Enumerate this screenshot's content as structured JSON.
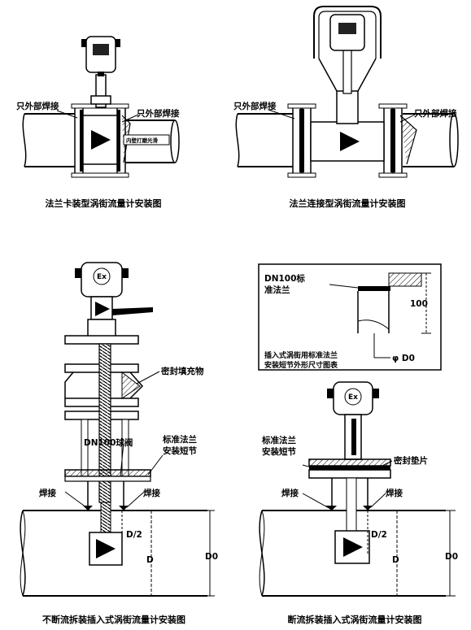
{
  "figures": {
    "tl": {
      "caption": "法兰卡装型涡街流量计安装图",
      "label_weld_left": "只外部焊接",
      "label_weld_right": "只外部焊接",
      "label_inner": "内壁打磨光滑"
    },
    "tr": {
      "caption": "法兰连接型涡街流量计安装图",
      "label_weld_left": "只外部焊接",
      "label_weld_right": "只外部焊接"
    },
    "bl": {
      "caption": "不断流拆装插入式涡街流量计安装图",
      "label_seal_fill": "密封填充物",
      "label_ball_valve": "DN100球阀",
      "label_std_flange_1": "标准法兰",
      "label_std_flange_2": "安装短节",
      "label_weld_left": "焊接",
      "label_weld_right": "焊接",
      "dim_half": "D/2",
      "dim_d": "D",
      "dim_d0": "D0",
      "ex_mark": "Ex"
    },
    "br": {
      "caption": "断流拆装插入式涡街流量计安装图",
      "label_std_flange_1": "标准法兰",
      "label_std_flange_2": "安装短节",
      "label_gasket": "密封垫片",
      "label_weld_left": "焊接",
      "label_weld_right": "焊接",
      "dim_half": "D/2",
      "dim_d": "D",
      "dim_d0": "D0",
      "ex_mark": "Ex",
      "inset": {
        "label_dn100_1": "DN100标",
        "label_dn100_2": "准法兰",
        "dim_100": "100",
        "dim_phi_d0": "φ D0",
        "caption_1": "插入式涡街用标准法兰",
        "caption_2": "安装短节外形尺寸图表"
      }
    }
  }
}
